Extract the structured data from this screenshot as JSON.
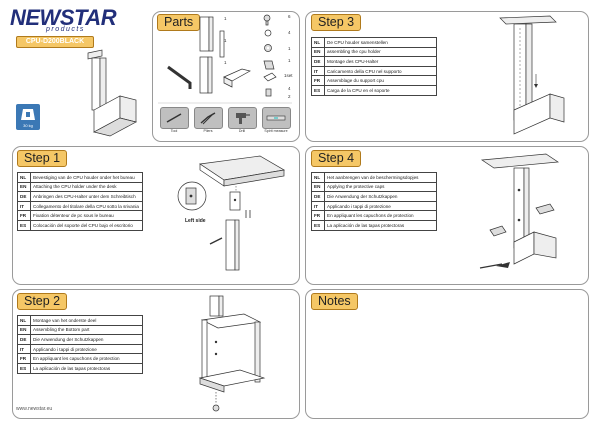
{
  "header": {
    "brand": "NEWSTAR",
    "brand_sub": "products",
    "model": "CPU-D200BLACK",
    "weight_label": "30 kg"
  },
  "parts": {
    "title": "Parts",
    "counts": [
      "1",
      "1",
      "1",
      "6",
      "4",
      "1",
      "1",
      "4",
      "1set",
      "2"
    ],
    "tools": [
      "Tool",
      "Pliers",
      "Drill",
      "Spirit measure"
    ]
  },
  "steps": [
    {
      "title": "Step 1",
      "rows": [
        {
          "code": "NL",
          "text": "Bevestiging van de CPU houder  onder het bureau"
        },
        {
          "code": "EN",
          "text": "Attaching the CPU holder under the desk"
        },
        {
          "code": "DE",
          "text": "Anbringen des CPU-Halter unter dem Schreibtisch"
        },
        {
          "code": "IT",
          "text": "Collegamento del titolare della CPU sotto la srivania"
        },
        {
          "code": "FR",
          "text": "Fixation détenteur de pc  sous le bureau"
        },
        {
          "code": "ES",
          "text": "Colocación del soporte del CPU bajo el escritorio"
        }
      ],
      "callout": "Left side"
    },
    {
      "title": "Step 2",
      "rows": [
        {
          "code": "NL",
          "text": "Montage van het onderste deel"
        },
        {
          "code": "EN",
          "text": "Assembling the Bottom part"
        },
        {
          "code": "DE",
          "text": "Die Anwendung der Schutzkappen"
        },
        {
          "code": "IT",
          "text": "Applicando i tappi di protezione"
        },
        {
          "code": "FR",
          "text": "En appliquant les capuchons de protection"
        },
        {
          "code": "ES",
          "text": "La aplicación de las tapas protectoras"
        }
      ]
    },
    {
      "title": "Step 3",
      "rows": [
        {
          "code": "NL",
          "text": "De  CPU houder samenstellen"
        },
        {
          "code": "EN",
          "text": "assembling the cpu holder"
        },
        {
          "code": "DE",
          "text": "Montage des CPU-Halter"
        },
        {
          "code": "IT",
          "text": "Caricamento della CPU nel supporto"
        },
        {
          "code": "FR",
          "text": "Assemblage du support cpu"
        },
        {
          "code": "ES",
          "text": "Carga de la CPU en el soporte"
        }
      ]
    },
    {
      "title": "Step 4",
      "rows": [
        {
          "code": "NL",
          "text": "Het aanbrengen van de beschermingsdopjes"
        },
        {
          "code": "EN",
          "text": "Applying the protective caps"
        },
        {
          "code": "DE",
          "text": "Die Anwendung der Schutzkappen"
        },
        {
          "code": "IT",
          "text": "Applicando i tappi di protezione"
        },
        {
          "code": "FR",
          "text": "En appliquant les capuchons de protection"
        },
        {
          "code": "ES",
          "text": "La aplicación de las tapas protectoras"
        }
      ]
    }
  ],
  "notes": {
    "title": "Notes"
  },
  "footer": {
    "url": "www.newstar.eu"
  },
  "colors": {
    "accent": "#f5c766",
    "accent_border": "#b07a1c",
    "brand": "#222f7a",
    "badge": "#3b78b5"
  }
}
